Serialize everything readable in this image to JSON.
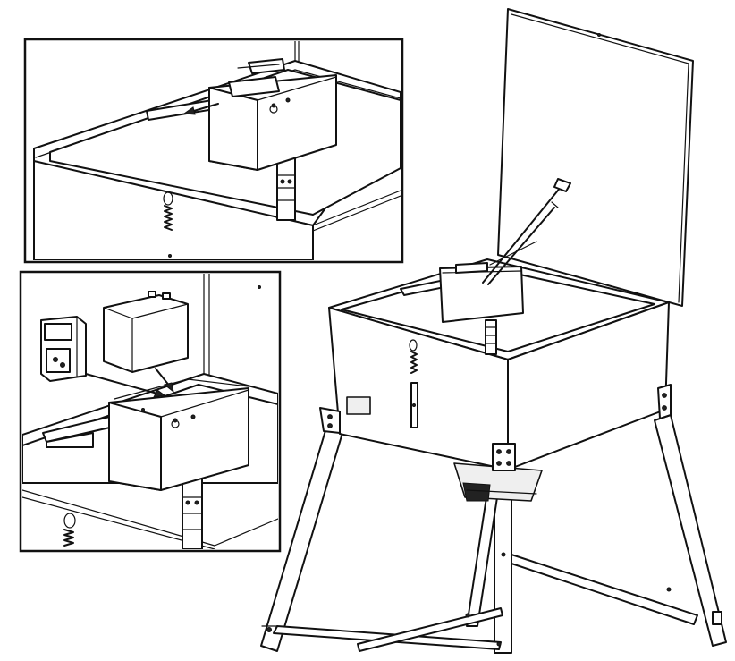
{
  "figure": {
    "badge_text": "",
    "colors": {
      "line": "#111111",
      "background": "#ffffff",
      "panel_shade": "#efefef"
    },
    "components": [
      "feeder-box",
      "hinged-lid",
      "lid-support-rod",
      "control-unit-tray",
      "battery",
      "timer-control",
      "spring-latch",
      "tripod-legs",
      "motor-housing"
    ]
  }
}
